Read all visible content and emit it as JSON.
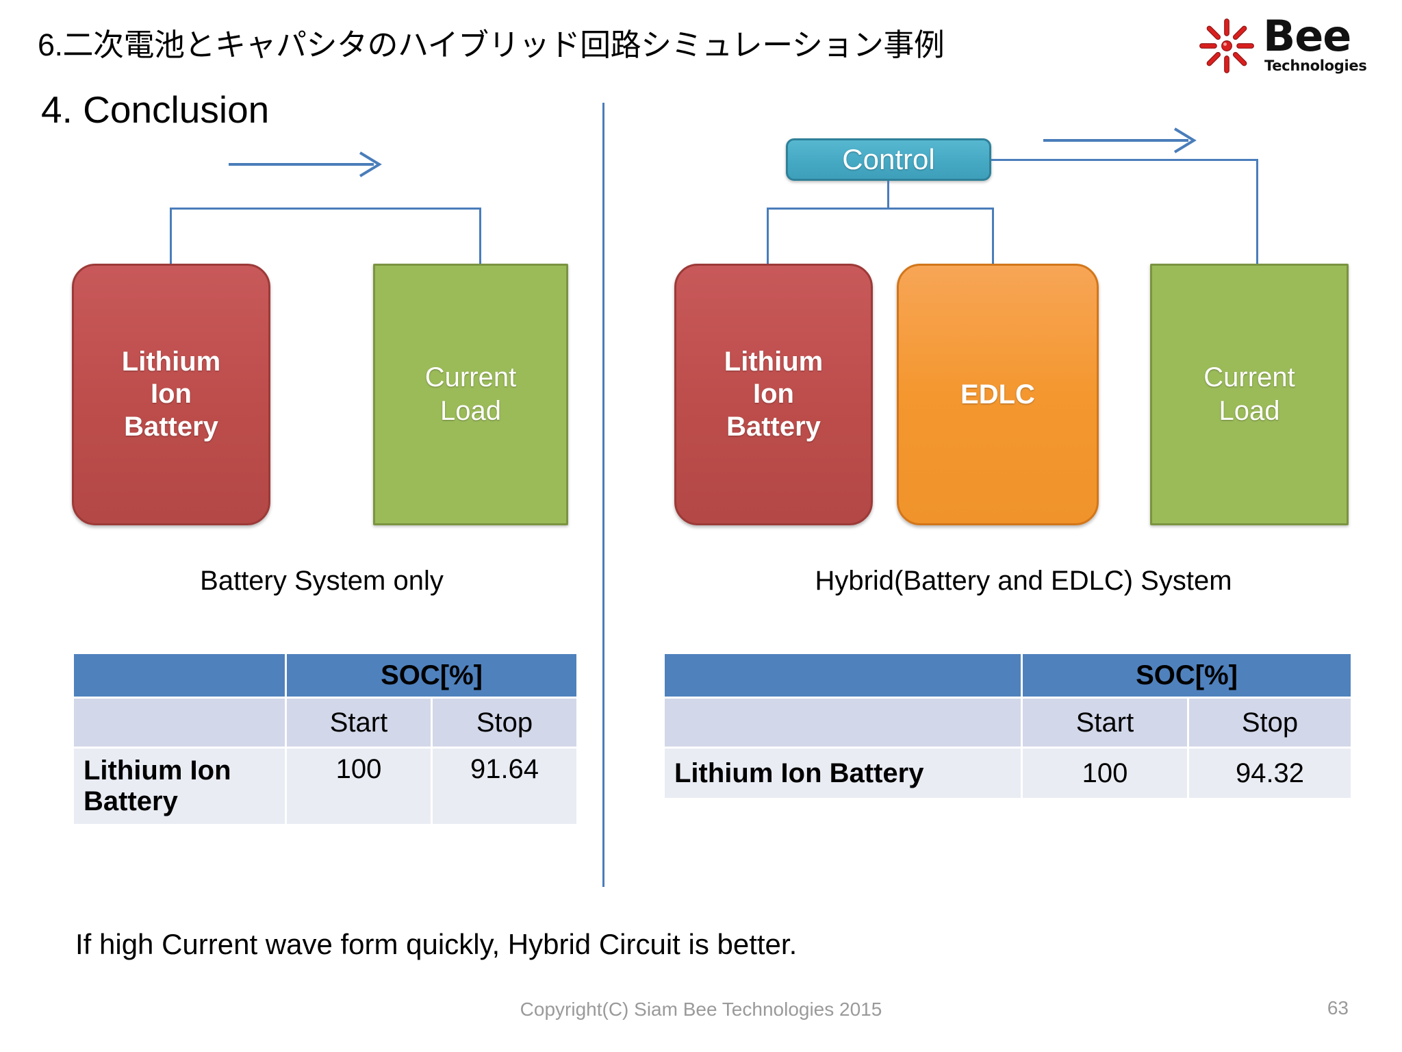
{
  "header": {
    "jp_title": "6.二次電池とキャパシタのハイブリッド回路シミュレーション事例",
    "slide_title": "4. Conclusion"
  },
  "logo": {
    "name": "Bee",
    "subtitle": "Technologies",
    "mark_color": "#D9201F",
    "text_color": "#111111"
  },
  "diagram_left": {
    "caption": "Battery System only",
    "nodes": {
      "battery": "Lithium\nIon\nBattery",
      "battery_lines": [
        "Lithium",
        "Ion",
        "Battery"
      ],
      "load": "Current\nLoad",
      "load_lines": [
        "Current",
        "Load"
      ]
    },
    "flow_arrow_direction": "right"
  },
  "diagram_right": {
    "caption": "Hybrid(Battery and EDLC) System",
    "nodes": {
      "control": "Control",
      "battery_lines": [
        "Lithium",
        "Ion",
        "Battery"
      ],
      "edlc": "EDLC",
      "load_lines": [
        "Current",
        "Load"
      ]
    },
    "flow_arrow_direction": "right"
  },
  "table_left": {
    "group_header": "SOC[%]",
    "sub_headers": [
      "Start",
      "Stop"
    ],
    "rows": [
      {
        "name_lines": [
          "Lithium Ion",
          "Battery"
        ],
        "start": "100",
        "stop": "91.64",
        "stop_highlight": false
      }
    ]
  },
  "table_right": {
    "group_header": "SOC[%]",
    "sub_headers": [
      "Start",
      "Stop"
    ],
    "rows": [
      {
        "name": "Lithium Ion Battery",
        "start": "100",
        "stop": "94.32",
        "stop_highlight": true
      }
    ]
  },
  "conclusion_text": "If high Current wave form quickly, Hybrid Circuit is better.",
  "footer": {
    "copyright": "Copyright(C) Siam Bee Technologies 2015",
    "page_number": "63"
  },
  "colors": {
    "battery_red": "#C0504D",
    "load_green": "#9BBB59",
    "edlc_orange": "#F49B46",
    "control_teal": "#4BACC6",
    "wire_blue": "#4A7DBA",
    "table_header_blue": "#4F81BD",
    "table_sub_blue": "#D2D7E9",
    "table_body_grey": "#E9ECF3",
    "highlight_red": "#FF0000",
    "footer_grey": "#9A9A9A"
  }
}
